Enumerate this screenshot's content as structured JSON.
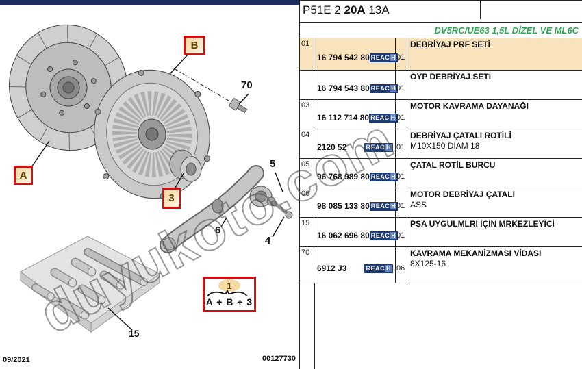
{
  "header": {
    "code_prefix": "P51E 2 ",
    "code_bold": "20A",
    "code_suffix": " 13A"
  },
  "subtitle": "DV5RC/UE63 1,5L DİZEL VE ML6C",
  "table": {
    "reach_badge": {
      "prefix": "REAC",
      "h": "H"
    },
    "rows": [
      {
        "ref": "01",
        "part": "16 794 542 80",
        "qty": "01",
        "desc": "DEBRİYAJ PRF SETİ",
        "sub": ""
      },
      {
        "ref": "",
        "part": "16 794 543 80",
        "qty": "01",
        "desc": "OYP DEBRİYAJ SETİ",
        "sub": ""
      },
      {
        "ref": "03",
        "part": "16 112 714 80",
        "qty": "01",
        "desc": "MOTOR KAVRAMA DAYANAĞI",
        "sub": ""
      },
      {
        "ref": "04",
        "part": "2120 52",
        "qty": "01",
        "desc": "DEBRİYAJ ÇATALI ROTİLİ",
        "sub": "M10X150 DIAM 18"
      },
      {
        "ref": "05",
        "part": "96 768 989 80",
        "qty": "01",
        "desc": "ÇATAL ROTİL BURCU",
        "sub": ""
      },
      {
        "ref": "06",
        "part": "98 085 133 80",
        "qty": "01",
        "desc": "MOTOR DEBRİYAJ ÇATALI",
        "sub": "ASS"
      },
      {
        "ref": "15",
        "part": "16 062 696 80",
        "qty": "01",
        "desc": "PSA UYGULMLRI İÇİN MRKEZLEYİCİ",
        "sub": ""
      },
      {
        "ref": "70",
        "part": "6912 J3",
        "qty": "06",
        "desc": "KAVRAMA MEKANİZMASI VİDASI",
        "sub": "8X125-16"
      }
    ]
  },
  "diagram": {
    "callouts": {
      "a": "A",
      "b": "B",
      "three": "3"
    },
    "labels": {
      "l70": "70",
      "l5": "5",
      "l6": "6",
      "l4": "4",
      "l15": "15"
    },
    "group_box": {
      "number": "1",
      "formula": "A + B + 3"
    }
  },
  "watermark": "duyukoto.com",
  "footer": {
    "date": "09/2021",
    "doc_number": "00127730"
  },
  "colors": {
    "header_bar": "#1c2d5e",
    "row_highlight": "#f8e3bd",
    "subtitle_green": "#2fa352",
    "callout_red": "#c81414",
    "callout_fill": "#f3d9a4",
    "reach_bg": "#1f3a70"
  }
}
